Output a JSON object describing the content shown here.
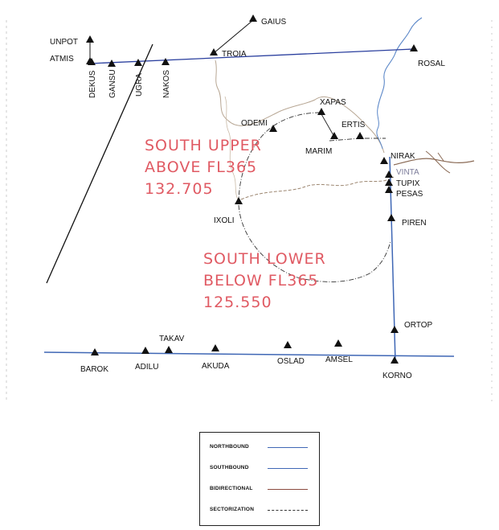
{
  "map": {
    "waypoints": {
      "gaius": "GAIUS",
      "unpot": "UNPOT",
      "atmis": "ATMIS",
      "troia": "TROIA",
      "rosal": "ROSAL",
      "dekus": "DEKUS",
      "gansu": "GANSU",
      "ugra": "UGRA",
      "nakos": "NAKOS",
      "xapas": "XAPAS",
      "odemi": "ODEMI",
      "ertis": "ERTIS",
      "marim": "MARIM",
      "nirak": "NIRAK",
      "vinta": "VINTA",
      "tupix": "TUPIX",
      "pesas": "PESAS",
      "ixoli": "IXOLI",
      "piren": "PIREN",
      "ortop": "ORTOP",
      "takav": "TAKAV",
      "barok": "BAROK",
      "adilu": "ADILU",
      "akuda": "AKUDA",
      "oslad": "OSLAD",
      "amsel": "AMSEL",
      "korno": "KORNO"
    },
    "sectors": {
      "south_upper": {
        "line1": "SOUTH UPPER",
        "line2": "ABOVE FL365",
        "line3": "132.705"
      },
      "south_lower": {
        "line1": "SOUTH LOWER",
        "line2": "BELOW FL365",
        "line3": "125.550"
      }
    },
    "colors": {
      "route": "#2a3f9e",
      "river": "#5b87c8",
      "boundary": "#8a6a55",
      "sector_text": "#e05a63",
      "waypoint": "#111111"
    }
  },
  "legend": {
    "items": [
      {
        "label": "NORTHBOUND",
        "style": "solid",
        "color": "#3f67b5"
      },
      {
        "label": "SOUTHBOUND",
        "style": "solid",
        "color": "#3f67b5"
      },
      {
        "label": "BIDIRECTIONAL",
        "style": "solid",
        "color": "#8b4a3f"
      },
      {
        "label": "SECTORIZATION",
        "style": "dash-dot",
        "color": "#333333"
      }
    ]
  }
}
